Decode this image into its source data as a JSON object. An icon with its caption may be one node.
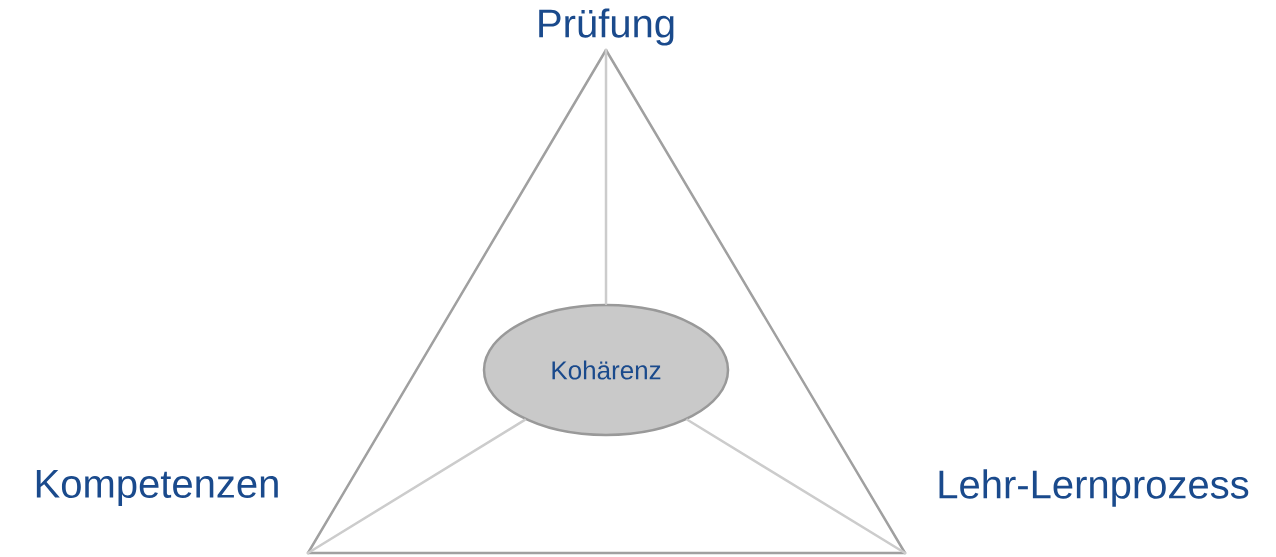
{
  "diagram": {
    "nodes": [
      {
        "text": [
          "Prüfung"
        ]
      },
      {
        "text": [
          "Kompetenzen"
        ]
      },
      {
        "text": [
          "Lehr-Lernprozess"
        ]
      },
      {
        "text": [
          "Kohärenz"
        ]
      }
    ],
    "edges": [
      {
        "from": 0,
        "to": 1,
        "arrow": "none"
      },
      {
        "from": 0,
        "to": 2,
        "arrow": "none"
      },
      {
        "from": 1,
        "to": 2,
        "arrow": "none"
      },
      {
        "from": 3,
        "to": 0,
        "arrow": "none",
        "color": "#cccccc"
      },
      {
        "from": 3,
        "to": 1,
        "arrow": "none",
        "color": "#cccccc"
      },
      {
        "from": 3,
        "to": 2,
        "arrow": "none",
        "color": "#cccccc"
      }
    ]
  }
}
